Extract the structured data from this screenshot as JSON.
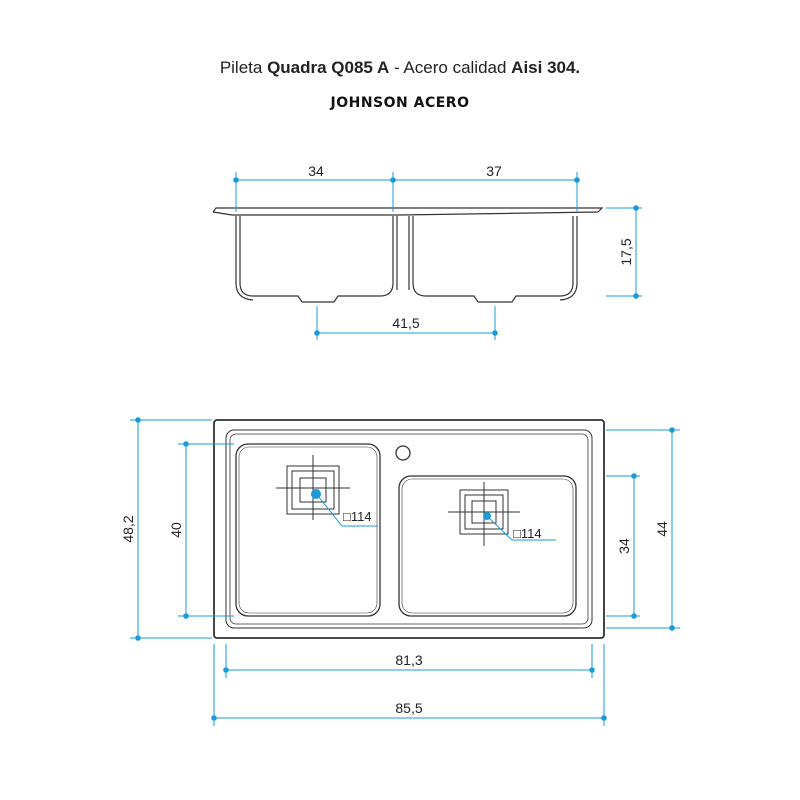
{
  "title": {
    "prefix": "Pileta ",
    "model": "Quadra Q085 A",
    "middle": " - Acero calidad ",
    "grade": "Aisi 304."
  },
  "brand": "JOHNSON ACERO",
  "colors": {
    "dimension": "#1a9bd7",
    "outline": "#333333",
    "text": "#222222"
  },
  "side_view": {
    "dim_left_bowl": "34",
    "dim_right_bowl": "37",
    "dim_depth": "17,5",
    "dim_drain_spacing": "41,5"
  },
  "top_view": {
    "dim_total_width": "85,5",
    "dim_inner_width": "81,3",
    "dim_total_depth": "48,2",
    "dim_inner_depth": "44",
    "dim_left_bowl_depth": "40",
    "dim_right_bowl_depth": "34",
    "drain_left_label": "□114",
    "drain_right_label": "□114"
  }
}
